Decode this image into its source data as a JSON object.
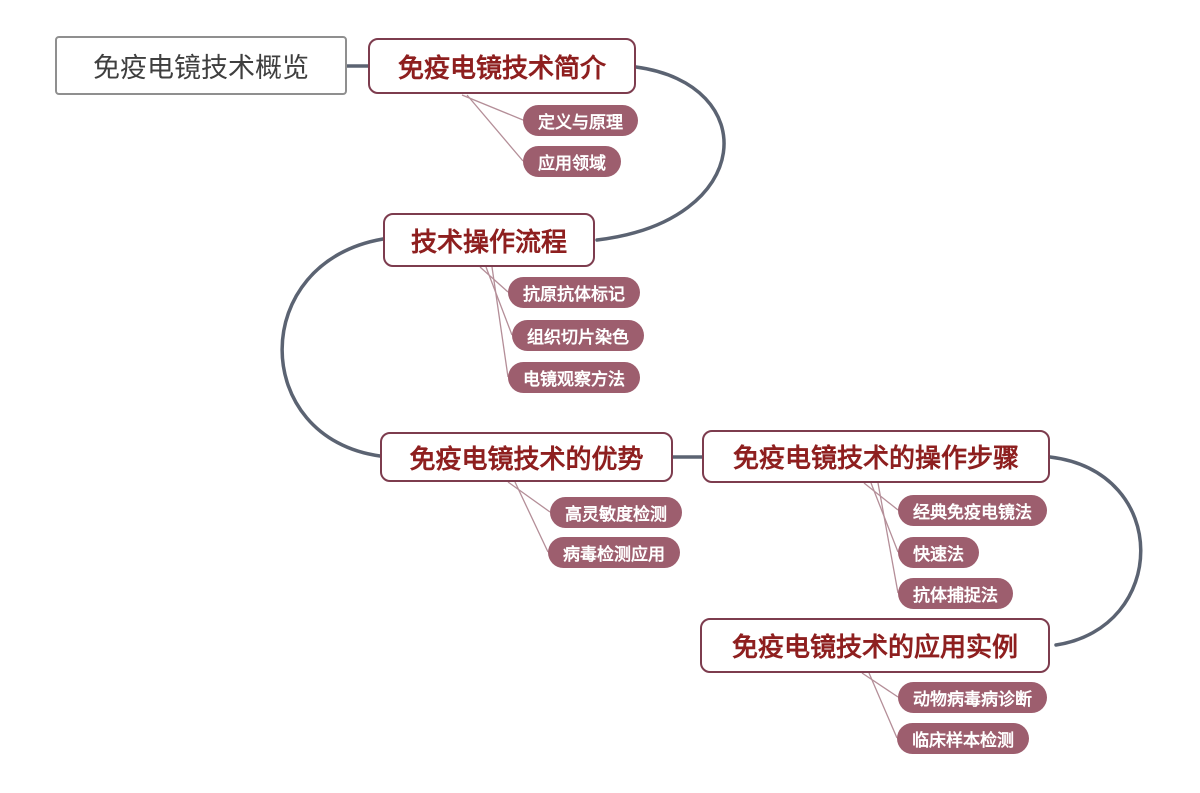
{
  "title": "免疫电镜技术概览",
  "root": {
    "label": "免疫电镜技术概览"
  },
  "topics": [
    {
      "label": "免疫电镜技术简介",
      "children": [
        "定义与原理",
        "应用领域"
      ]
    },
    {
      "label": "技术操作流程",
      "children": [
        "抗原抗体标记",
        "组织切片染色",
        "电镜观察方法"
      ]
    },
    {
      "label": "免疫电镜技术的优势",
      "children": [
        "高灵敏度检测",
        "病毒检测应用"
      ]
    },
    {
      "label": "免疫电镜技术的操作步骤",
      "children": [
        "经典免疫电镜法",
        "快速法",
        "抗体捕捉法"
      ]
    },
    {
      "label": "免疫电镜技术的应用实例",
      "children": [
        "动物病毒病诊断",
        "临床样本检测"
      ]
    }
  ],
  "colors": {
    "topic_border": "#7d3c4e",
    "topic_text": "#8e1f1f",
    "root_border": "#8f8f8f",
    "root_text": "#3f3f3f",
    "pill_background": "#9d5e6e",
    "pill_text": "#ffffff",
    "main_branch": "#5b6372",
    "sub_branch": "#b48e98",
    "background": "#ffffff"
  }
}
